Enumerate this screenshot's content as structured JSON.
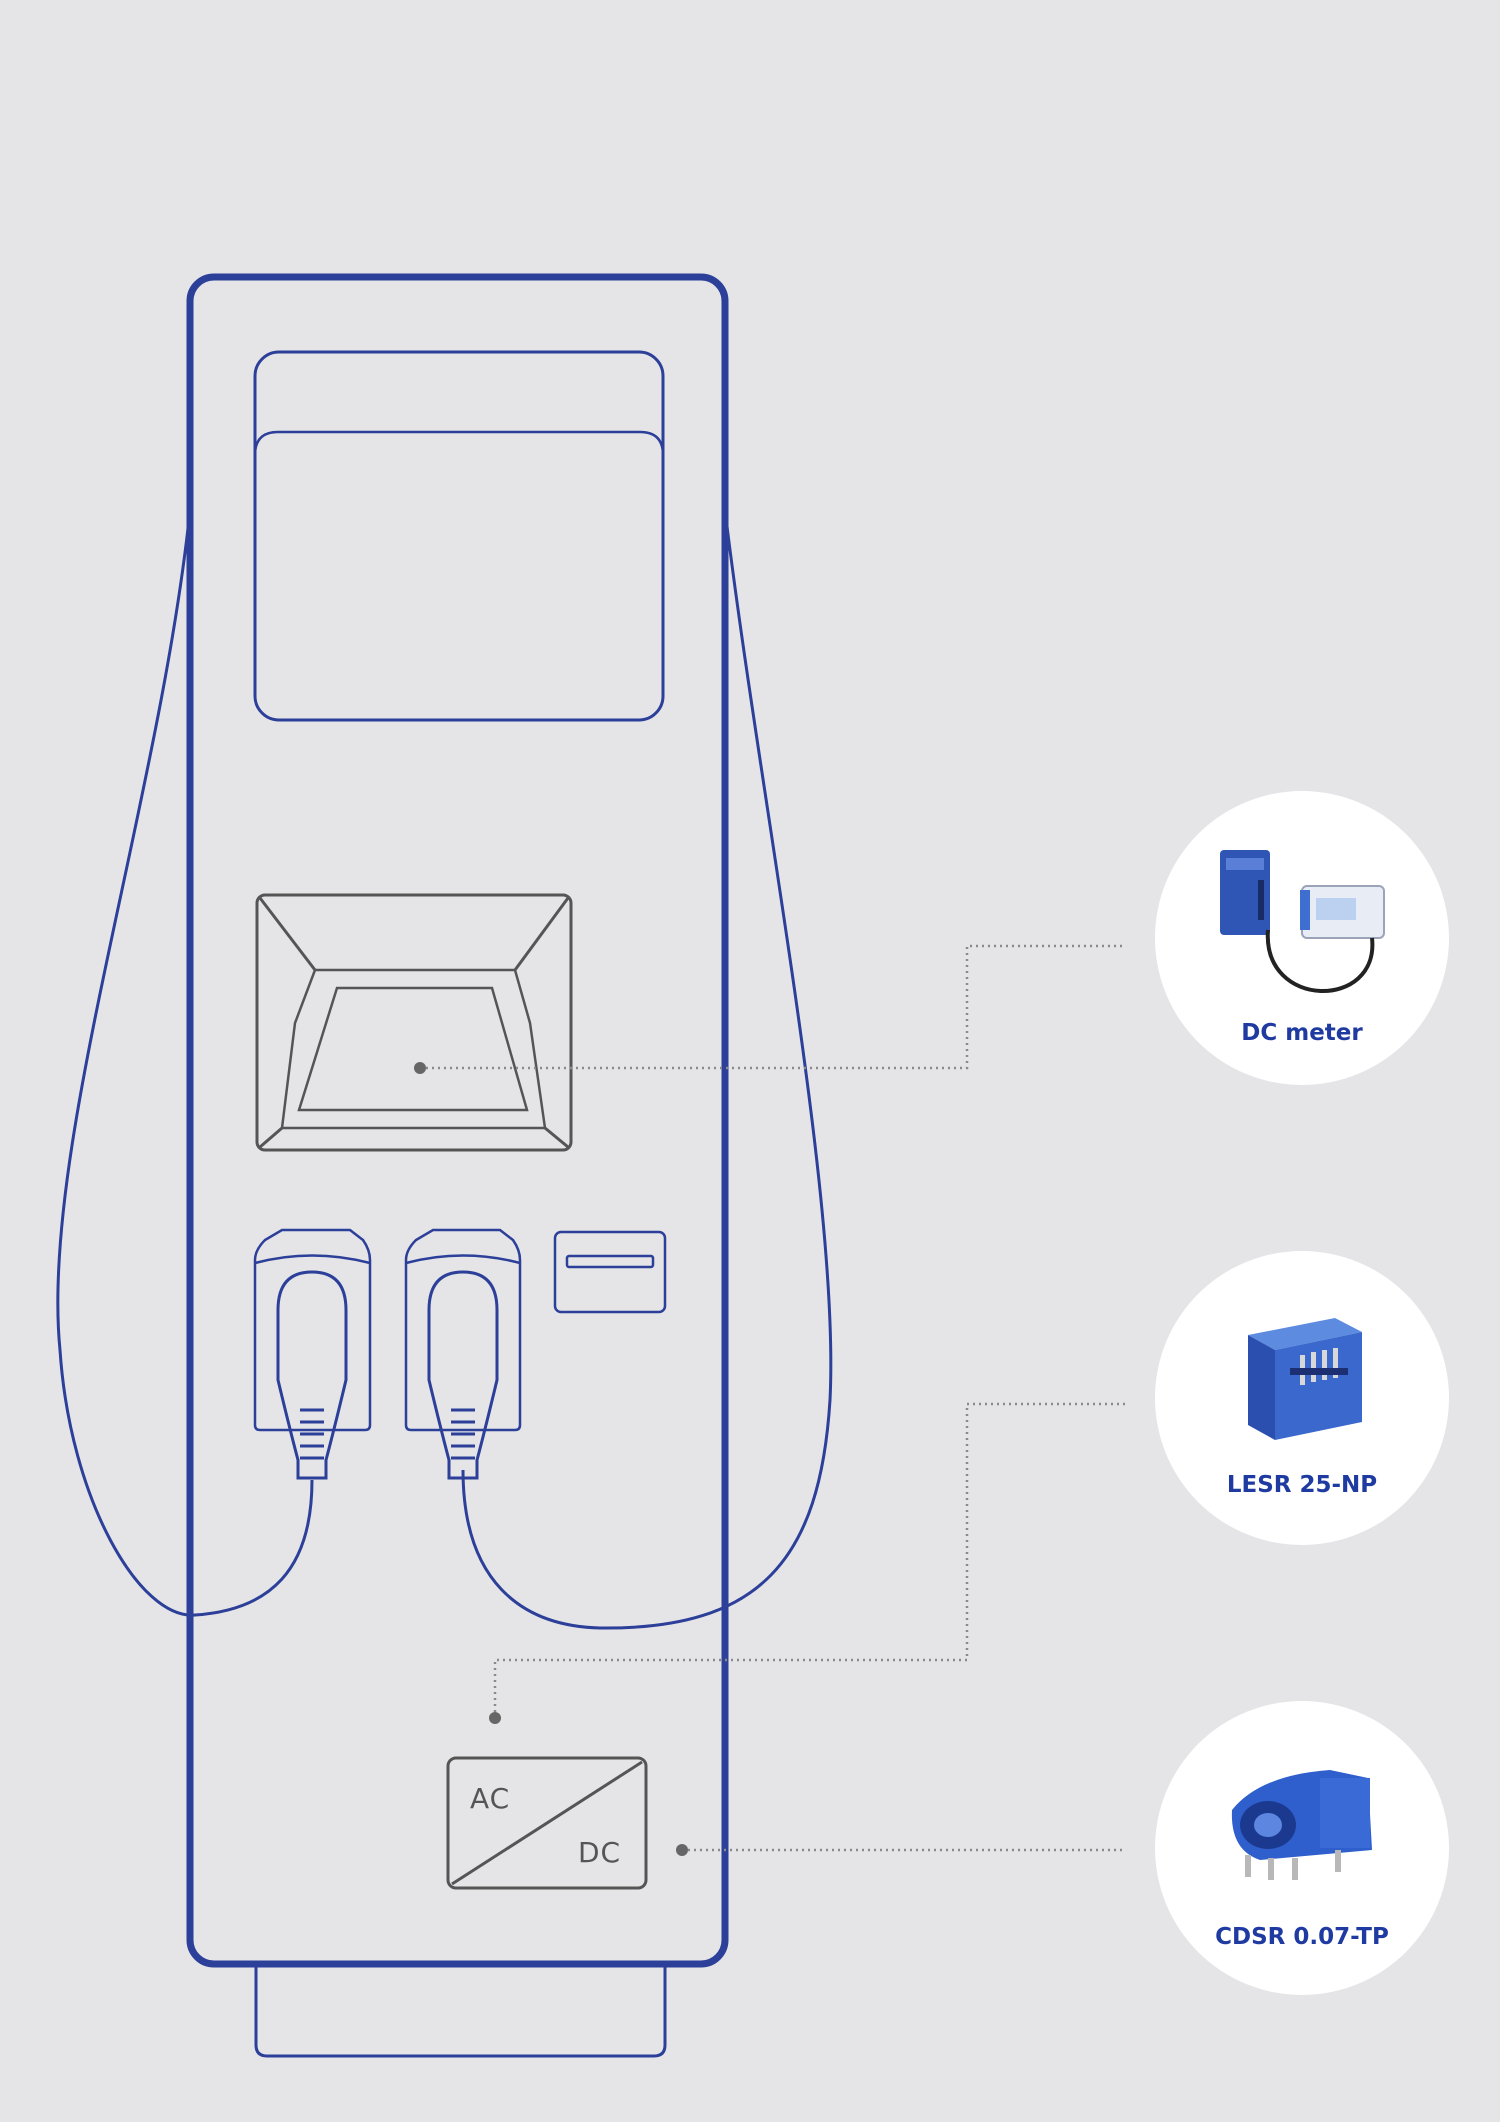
{
  "colors": {
    "background": "#e5e5e8",
    "line_blue": "#2c3f99",
    "light_blue": "#4a62c8",
    "dark_gray": "#555555",
    "dotted_gray": "#8a8a8a",
    "label_blue": "#1f3aa0",
    "bubble_fill": "#ffffff"
  },
  "converter": {
    "ac_label": "AC",
    "dc_label": "DC"
  },
  "components": [
    {
      "label": "DC meter",
      "icon": "dc-meter-device-icon"
    },
    {
      "label": "LESR 25-NP",
      "icon": "current-transducer-icon"
    },
    {
      "label": "CDSR 0.07-TP",
      "icon": "residual-current-sensor-icon"
    }
  ]
}
